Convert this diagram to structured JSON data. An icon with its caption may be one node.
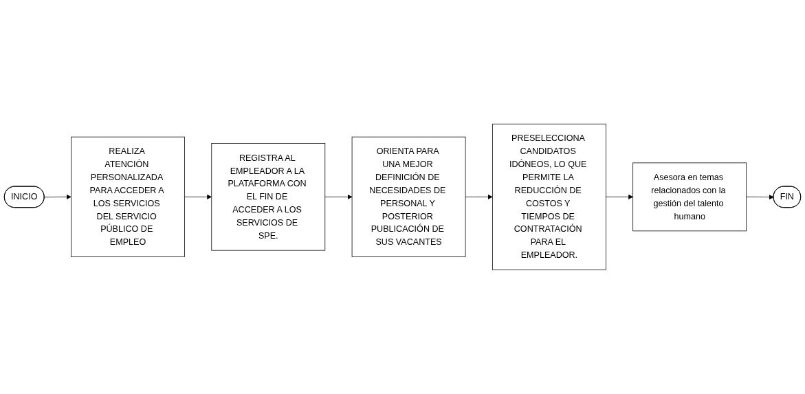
{
  "diagram": {
    "nodes": [
      {
        "text": [
          "INICIO"
        ]
      },
      {
        "text": [
          "REALIZA ATENCIÓN PERSONALIZADA PARA ACCEDER A LOS SERVICIOS DEL SERVICIO PÚBLICO DE EMPLEO"
        ]
      },
      {
        "text": [
          "REGISTRA AL EMPLEADOR A LA PLATAFORMA CON EL FIN DE ACCEDER A LOS SERVICIOS DE SPE."
        ]
      },
      {
        "text": [
          "ORIENTA PARA UNA MEJOR DEFINICIÓN DE NECESIDADES DE PERSONAL Y POSTERIOR PUBLICACIÓN DE SUS VACANTES"
        ]
      },
      {
        "text": [
          "PRESELECCIONA CANDIDATOS IDÓNEOS, LO QUE PERMITE LA REDUCCIÓN DE COSTOS Y TIEMPOS DE CONTRATACIÓN PARA EL EMPLEADOR."
        ]
      },
      {
        "text": [
          "Asesora en temas relacionados con la gestión del talento humano"
        ]
      },
      {
        "text": [
          "FIN"
        ]
      }
    ],
    "edges": [
      {
        "from": 0,
        "to": 1,
        "arrow": "to"
      },
      {
        "from": 1,
        "to": 2,
        "arrow": "to"
      },
      {
        "from": 2,
        "to": 3,
        "arrow": "to"
      },
      {
        "from": 3,
        "to": 4,
        "arrow": "to"
      },
      {
        "from": 4,
        "to": 5,
        "arrow": "to"
      },
      {
        "from": 5,
        "to": 6,
        "arrow": "to"
      }
    ]
  }
}
